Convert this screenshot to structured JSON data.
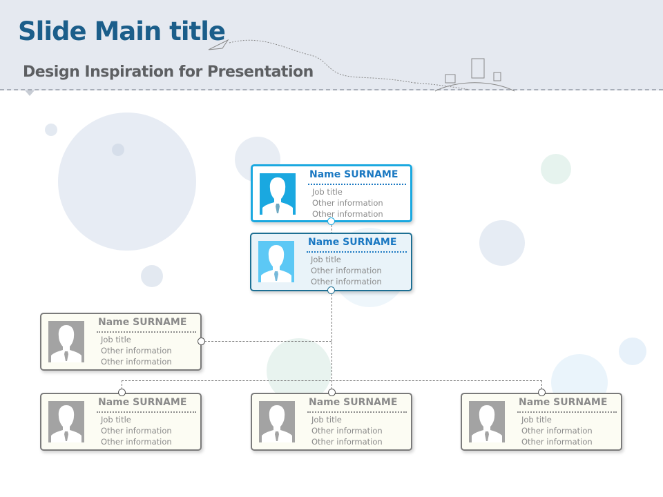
{
  "header": {
    "title": "Slide Main title",
    "subtitle": "Design Inspiration for Presentation"
  },
  "colors": {
    "title": "#1b5e8a",
    "accent": "#1aa8e0",
    "dark_accent": "#1d6f93",
    "card_bg": "#fcfcf3"
  },
  "cards": [
    {
      "name": "Name SURNAME",
      "job": "Job title",
      "info1": "Other information",
      "info2": "Other information",
      "icon": "person-silhouette"
    },
    {
      "name": "Name SURNAME",
      "job": "Job title",
      "info1": "Other information",
      "info2": "Other information",
      "icon": "person-silhouette"
    },
    {
      "name": "Name SURNAME",
      "job": "Job title",
      "info1": "Other information",
      "info2": "Other information",
      "icon": "person-silhouette"
    },
    {
      "name": "Name SURNAME",
      "job": "Job title",
      "info1": "Other information",
      "info2": "Other information",
      "icon": "person-silhouette"
    },
    {
      "name": "Name SURNAME",
      "job": "Job title",
      "info1": "Other information",
      "info2": "Other information",
      "icon": "person-silhouette"
    },
    {
      "name": "Name SURNAME",
      "job": "Job title",
      "info1": "Other information",
      "info2": "Other information",
      "icon": "person-silhouette"
    }
  ]
}
